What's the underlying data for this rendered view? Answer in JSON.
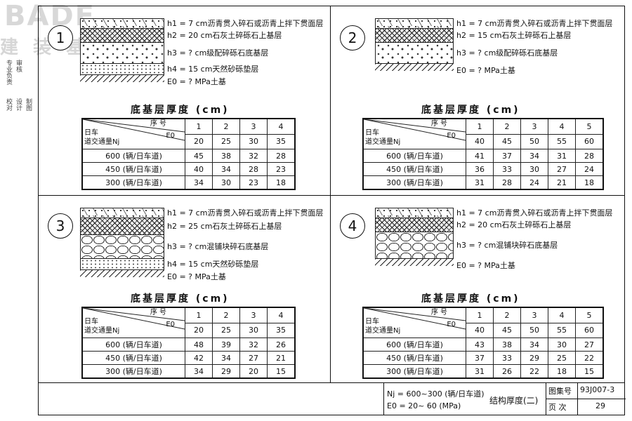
{
  "watermark": {
    "top": "BADE",
    "bottom": "建 装 基 地"
  },
  "side_labels": [
    "专业负责",
    "审核",
    "校对",
    "设计",
    "制图"
  ],
  "common": {
    "table_title": "底基层厚度 (cm)",
    "header_seq": "序 号",
    "header_e0": "E0",
    "header_rowlabel_1": "日车",
    "header_rowlabel_2": "道交通量Nj",
    "row_labels": [
      "600 (辆/日车道)",
      "450 (辆/日车道)",
      "300 (辆/日车道)"
    ],
    "e0_label": "E0 = ? MPa土基"
  },
  "panels": [
    {
      "number": "1",
      "layers": [
        {
          "label": "h1 = 7 cm沥青贯入碎石或沥青上拌下贯面层"
        },
        {
          "label": "h2 = 20 cm石灰土碎砾石上基层"
        },
        {
          "label": "h3 = ? cm级配碎砾石底基层"
        },
        {
          "label": "h4 = 15 cm天然砂砾垫层"
        }
      ],
      "seq": [
        "1",
        "2",
        "3",
        "4"
      ],
      "e0": [
        "20",
        "25",
        "30",
        "35"
      ],
      "rows": [
        [
          "45",
          "38",
          "32",
          "28"
        ],
        [
          "40",
          "34",
          "28",
          "23"
        ],
        [
          "34",
          "30",
          "23",
          "18"
        ]
      ]
    },
    {
      "number": "2",
      "layers": [
        {
          "label": "h1 = 7 cm沥青贯入碎石或沥青上拌下贯面层"
        },
        {
          "label": "h2 = 15 cm石灰土碎砾石上基层"
        },
        {
          "label": "h3 = ? cm级配碎砾石底基层"
        }
      ],
      "seq": [
        "1",
        "2",
        "3",
        "4",
        "5"
      ],
      "e0": [
        "40",
        "45",
        "50",
        "55",
        "60"
      ],
      "rows": [
        [
          "41",
          "37",
          "34",
          "31",
          "28"
        ],
        [
          "36",
          "33",
          "30",
          "27",
          "24"
        ],
        [
          "31",
          "28",
          "24",
          "21",
          "18"
        ]
      ]
    },
    {
      "number": "3",
      "layers": [
        {
          "label": "h1 = 7 cm沥青贯入碎石或沥青上拌下贯面层"
        },
        {
          "label": "h2 = 25 cm石灰土碎砾石上基层"
        },
        {
          "label": "h3 = ? cm混铺块碎石底基层"
        },
        {
          "label": "h4 = 15 cm天然砂砾垫层"
        }
      ],
      "seq": [
        "1",
        "2",
        "3",
        "4"
      ],
      "e0": [
        "20",
        "25",
        "30",
        "35"
      ],
      "rows": [
        [
          "48",
          "39",
          "32",
          "26"
        ],
        [
          "42",
          "34",
          "27",
          "21"
        ],
        [
          "34",
          "29",
          "20",
          "15"
        ]
      ]
    },
    {
      "number": "4",
      "layers": [
        {
          "label": "h1 = 7 cm沥青贯入碎石或沥青上拌下贯面层"
        },
        {
          "label": "h2 = 20 cm石灰土碎砾石上基层"
        },
        {
          "label": "h3 = ? cm混铺块碎石底基层"
        }
      ],
      "seq": [
        "1",
        "2",
        "3",
        "4",
        "5"
      ],
      "e0": [
        "40",
        "45",
        "50",
        "55",
        "60"
      ],
      "rows": [
        [
          "43",
          "38",
          "34",
          "30",
          "27"
        ],
        [
          "37",
          "33",
          "29",
          "25",
          "22"
        ],
        [
          "31",
          "26",
          "22",
          "18",
          "15"
        ]
      ]
    }
  ],
  "footer": {
    "nj_range": "Nj = 600~300 (辆/日车道)",
    "e0_range": "E0 = 20~ 60 (MPa)",
    "title": "结构厚度(二)",
    "atlas_label": "图集号",
    "atlas_value": "93J007-3",
    "page_label": "页 次",
    "page_value": "29"
  }
}
